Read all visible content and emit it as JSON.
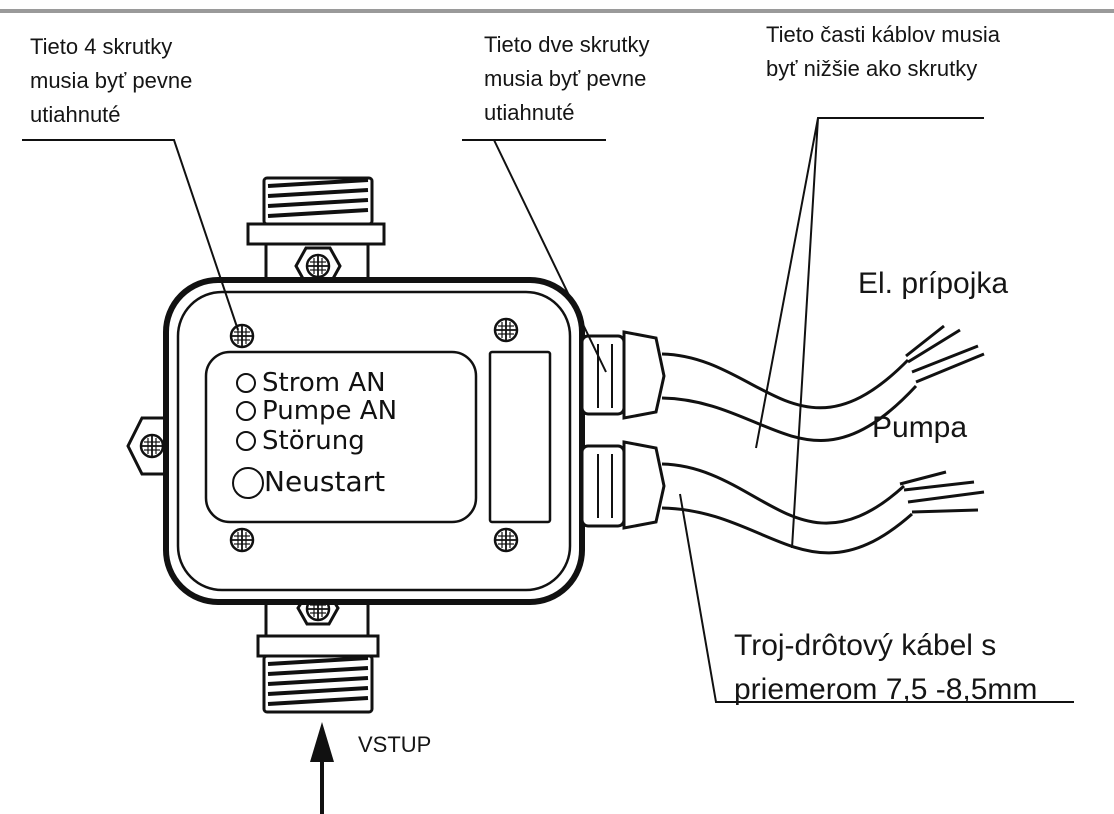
{
  "callouts": {
    "four_screws": [
      "Tieto 4 skrutky",
      "musia byť pevne",
      "utiahnuté"
    ],
    "two_screws": [
      "Tieto dve skrutky",
      "musia byť pevne",
      "utiahnuté"
    ],
    "cable_parts": [
      "Tieto časti káblov musia",
      "byť nižšie ako skrutky"
    ],
    "power": "El. prípojka",
    "pump": "Pumpa",
    "cable_spec": [
      "Troj-drôtový kábel s",
      "priemerom 7,5 -8,5mm"
    ],
    "inlet": "VSTUP"
  },
  "panel": {
    "power_on": "Strom AN",
    "pump_on": "Pumpe AN",
    "fault": "Störung",
    "restart": "Neustart"
  }
}
